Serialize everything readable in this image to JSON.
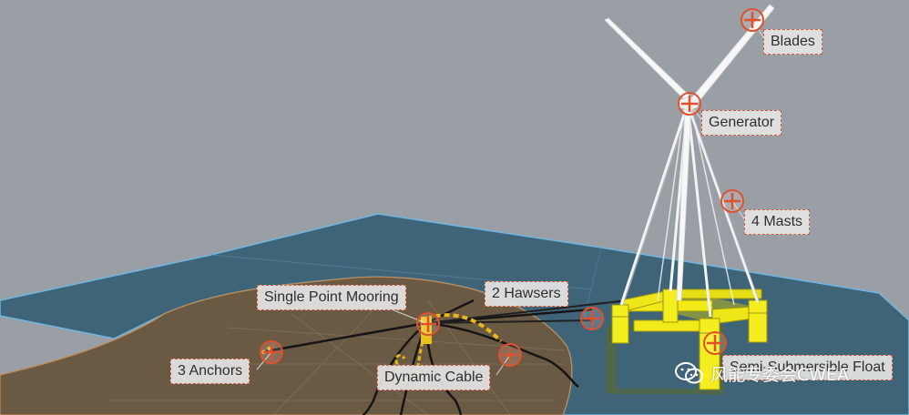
{
  "labels": {
    "blades": "Blades",
    "generator": "Generator",
    "masts": "4 Masts",
    "mooring": "Single Point Mooring",
    "hawsers": "2 Hawsers",
    "anchors": "3 Anchors",
    "cable": "Dynamic Cable",
    "float": "Semi-Submersible Float"
  },
  "watermark": {
    "text": "风能专委会CWEA",
    "icon": "wechat-icon"
  },
  "colors": {
    "sky": "#9a9fa6",
    "sea": "#3e6278",
    "seabed": "#6a5a44",
    "float": "#f2ea18",
    "marker": "#e0512a"
  }
}
